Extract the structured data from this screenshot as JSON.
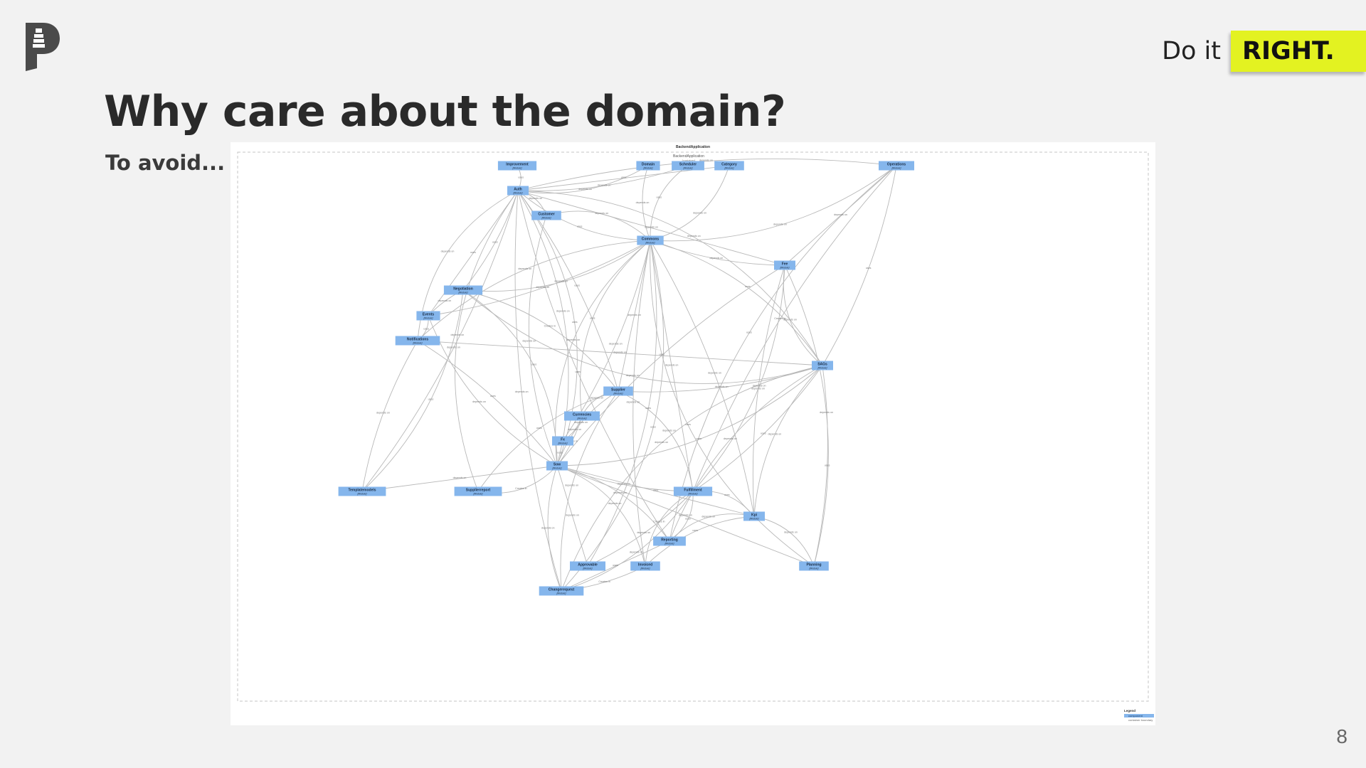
{
  "slide": {
    "tagline_prefix": "Do it",
    "tagline_highlight": "RIGHT.",
    "title": "Why care about the domain?",
    "subtitle": "To avoid...",
    "page_number": "8"
  },
  "colors": {
    "background": "#f2f2f2",
    "accent": "#e3f221",
    "node_fill": "#85b6ec",
    "edge": "#b8b8b8"
  },
  "diagram": {
    "title": "BackendApplication",
    "boundary_label": "BackendApplication",
    "boundary_sublabel": "[container]",
    "module_tag": "[Module]",
    "edge_labels": [
      "uses",
      "depends on",
      "Creates in"
    ],
    "nodes": [
      {
        "id": "improvement",
        "name": "Improvement"
      },
      {
        "id": "domain",
        "name": "Domain"
      },
      {
        "id": "scheduler",
        "name": "Scheduler"
      },
      {
        "id": "category",
        "name": "Category"
      },
      {
        "id": "operations",
        "name": "Operations"
      },
      {
        "id": "auth",
        "name": "Auth"
      },
      {
        "id": "customer",
        "name": "Customer"
      },
      {
        "id": "commons",
        "name": "Commons"
      },
      {
        "id": "fee",
        "name": "Fee"
      },
      {
        "id": "negotiation",
        "name": "Negotiation"
      },
      {
        "id": "events",
        "name": "Events"
      },
      {
        "id": "notifications",
        "name": "Notifications"
      },
      {
        "id": "slas",
        "name": "SAGs"
      },
      {
        "id": "supplier",
        "name": "Supplier"
      },
      {
        "id": "currencies",
        "name": "Currencies"
      },
      {
        "id": "fx",
        "name": "Fx"
      },
      {
        "id": "sow",
        "name": "Sow"
      },
      {
        "id": "templatemodels",
        "name": "Templatemodels"
      },
      {
        "id": "supplierreport",
        "name": "Supplierreport"
      },
      {
        "id": "fulfillment",
        "name": "Fulfillment"
      },
      {
        "id": "kpi",
        "name": "Kpi"
      },
      {
        "id": "reporting",
        "name": "Reporting"
      },
      {
        "id": "approvable",
        "name": "Approvable"
      },
      {
        "id": "invoiced",
        "name": "Invoiced"
      },
      {
        "id": "planning",
        "name": "Planning"
      },
      {
        "id": "changerequest",
        "name": "Changerequest"
      }
    ],
    "edges": [
      [
        "improvement",
        "auth"
      ],
      [
        "domain",
        "auth"
      ],
      [
        "scheduler",
        "auth"
      ],
      [
        "category",
        "auth"
      ],
      [
        "operations",
        "auth"
      ],
      [
        "domain",
        "commons"
      ],
      [
        "scheduler",
        "commons"
      ],
      [
        "category",
        "commons"
      ],
      [
        "operations",
        "commons"
      ],
      [
        "operations",
        "slas"
      ],
      [
        "operations",
        "fee"
      ],
      [
        "operations",
        "fulfillment"
      ],
      [
        "operations",
        "reporting"
      ],
      [
        "customer",
        "auth"
      ],
      [
        "customer",
        "commons"
      ],
      [
        "commons",
        "auth"
      ],
      [
        "fee",
        "commons"
      ],
      [
        "fee",
        "auth"
      ],
      [
        "negotiation",
        "auth"
      ],
      [
        "negotiation",
        "commons"
      ],
      [
        "negotiation",
        "slas"
      ],
      [
        "negotiation",
        "sow"
      ],
      [
        "negotiation",
        "supplier"
      ],
      [
        "events",
        "negotiation"
      ],
      [
        "events",
        "auth"
      ],
      [
        "events",
        "commons"
      ],
      [
        "events",
        "sow"
      ],
      [
        "notifications",
        "events"
      ],
      [
        "notifications",
        "auth"
      ],
      [
        "notifications",
        "commons"
      ],
      [
        "notifications",
        "sow"
      ],
      [
        "notifications",
        "slas"
      ],
      [
        "notifications",
        "templatemodels"
      ],
      [
        "slas",
        "commons"
      ],
      [
        "slas",
        "auth"
      ],
      [
        "slas",
        "fee"
      ],
      [
        "slas",
        "sow"
      ],
      [
        "slas",
        "supplier"
      ],
      [
        "supplier",
        "commons"
      ],
      [
        "supplier",
        "auth"
      ],
      [
        "supplier",
        "sow"
      ],
      [
        "supplier",
        "currencies"
      ],
      [
        "currencies",
        "commons"
      ],
      [
        "currencies",
        "fx"
      ],
      [
        "currencies",
        "sow"
      ],
      [
        "fx",
        "sow"
      ],
      [
        "fx",
        "commons"
      ],
      [
        "fx",
        "auth"
      ],
      [
        "sow",
        "auth"
      ],
      [
        "sow",
        "commons"
      ],
      [
        "sow",
        "customer"
      ],
      [
        "sow",
        "fee"
      ],
      [
        "templatemodels",
        "sow"
      ],
      [
        "templatemodels",
        "auth"
      ],
      [
        "templatemodels",
        "negotiation"
      ],
      [
        "supplierreport",
        "sow"
      ],
      [
        "supplierreport",
        "auth"
      ],
      [
        "supplierreport",
        "supplier"
      ],
      [
        "fulfillment",
        "sow"
      ],
      [
        "fulfillment",
        "commons"
      ],
      [
        "fulfillment",
        "slas"
      ],
      [
        "fulfillment",
        "fee"
      ],
      [
        "fulfillment",
        "supplier"
      ],
      [
        "fulfillment",
        "kpi"
      ],
      [
        "kpi",
        "slas"
      ],
      [
        "kpi",
        "fee"
      ],
      [
        "kpi",
        "sow"
      ],
      [
        "kpi",
        "commons"
      ],
      [
        "reporting",
        "sow"
      ],
      [
        "reporting",
        "fulfillment"
      ],
      [
        "reporting",
        "kpi"
      ],
      [
        "reporting",
        "slas"
      ],
      [
        "reporting",
        "auth"
      ],
      [
        "approvable",
        "sow"
      ],
      [
        "approvable",
        "fulfillment"
      ],
      [
        "approvable",
        "commons"
      ],
      [
        "invoiced",
        "sow"
      ],
      [
        "invoiced",
        "fulfillment"
      ],
      [
        "invoiced",
        "kpi"
      ],
      [
        "invoiced",
        "commons"
      ],
      [
        "planning",
        "sow"
      ],
      [
        "planning",
        "slas"
      ],
      [
        "planning",
        "fee"
      ],
      [
        "planning",
        "kpi"
      ],
      [
        "planning",
        "commons"
      ],
      [
        "changerequest",
        "sow"
      ],
      [
        "changerequest",
        "auth"
      ],
      [
        "changerequest",
        "reporting"
      ],
      [
        "changerequest",
        "invoiced"
      ],
      [
        "changerequest",
        "fulfillment"
      ],
      [
        "changerequest",
        "commons"
      ],
      [
        "changerequest",
        "slas"
      ],
      [
        "changerequest",
        "supplier"
      ]
    ],
    "legend": {
      "title": "Legend",
      "items": [
        "component",
        "container boundary"
      ]
    }
  }
}
